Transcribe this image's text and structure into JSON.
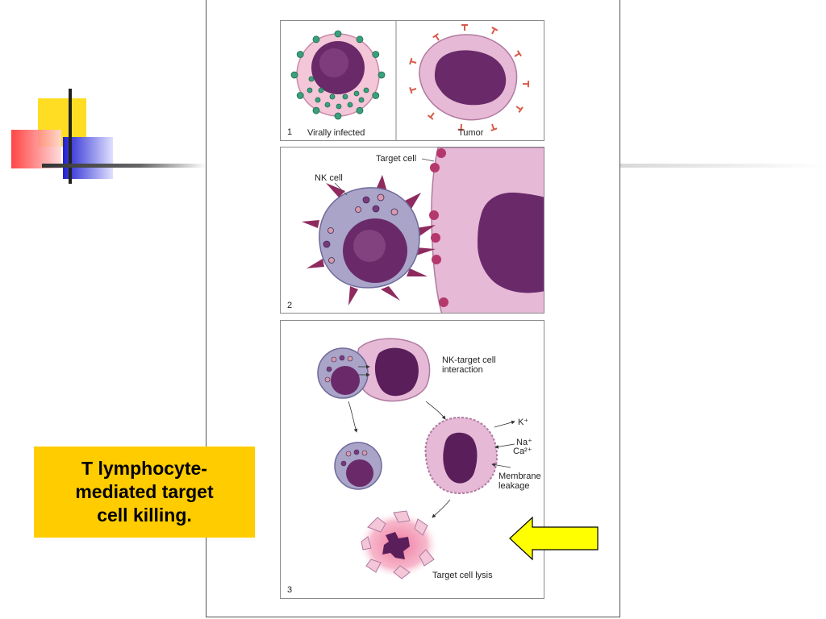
{
  "figure": {
    "panel1": {
      "number": "1",
      "label_left": "Virally infected",
      "label_right": "Tumor"
    },
    "panel2": {
      "number": "2",
      "label_target": "Target cell",
      "label_nk": "NK cell"
    },
    "panel3": {
      "number": "3",
      "label_interaction": "NK-target cell\ninteraction",
      "label_k": "K⁺",
      "label_na": "Na⁺",
      "label_ca": "Ca²⁺",
      "label_leakage": "Membrane\nleakage",
      "label_lysis": "Target cell lysis"
    }
  },
  "caption": {
    "text": "T lymphocyte-\nmediated target\ncell killing."
  },
  "colors": {
    "caption_bg": "#ffcc00",
    "arrow_fill": "#ffff00",
    "nucleus": "#6a2a6a",
    "nk_cell": "#a9a4c8",
    "target_cell": "#e6b9d6",
    "infected_membrane": "#f3c6d8",
    "virus_particle": "#3aa07c"
  }
}
